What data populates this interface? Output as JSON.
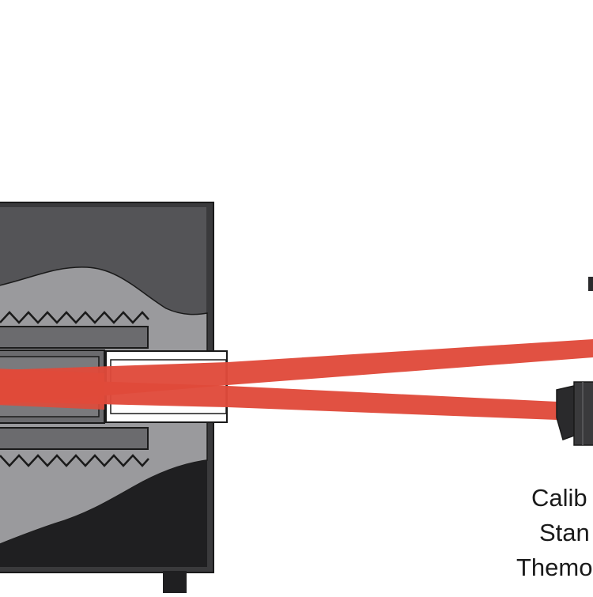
{
  "diagram": {
    "labels": {
      "line1": "Calib",
      "line2": "Stan",
      "line3": "Themo"
    },
    "colors": {
      "beam": "#e04a3a",
      "housing_dark": "#3a3a3c",
      "housing_mid": "#5a5a5d",
      "chamber": "#9a9a9d",
      "heater_bar": "#6b6b6e",
      "outline": "#1a1a1a",
      "background": "#ffffff"
    },
    "icons": [
      "blackbody-source-icon",
      "thermometer-probe-icon",
      "heater-coil-icon"
    ]
  }
}
